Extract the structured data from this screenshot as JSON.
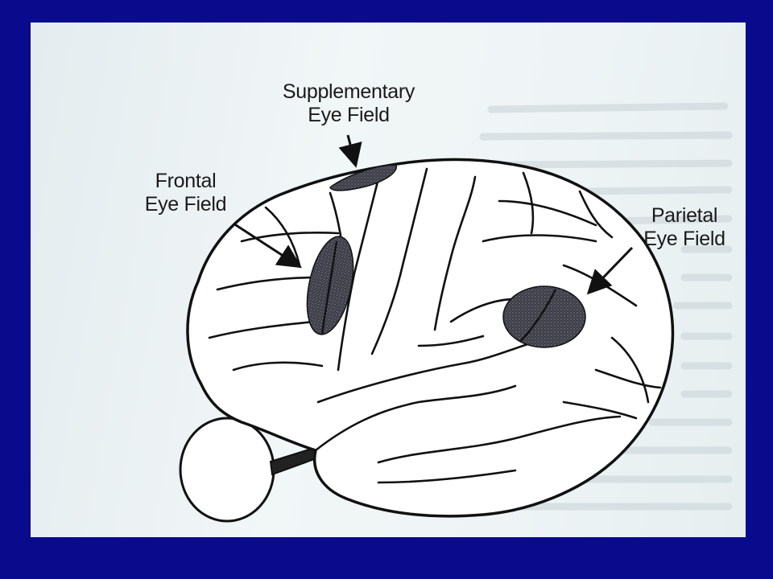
{
  "labels": {
    "supplementary_eye_field": {
      "line1": "Supplementary",
      "line2": "Eye Field"
    },
    "frontal_eye_field": {
      "line1": "Frontal",
      "line2": "Eye Field"
    },
    "parietal_eye_field": {
      "line1": "Parietal",
      "line2": "Eye Field"
    }
  },
  "colors": {
    "slide_background": "#0a0a8c",
    "page_background": "#eef4f5",
    "line": "#111111",
    "field_fill": "#4a4a55"
  }
}
